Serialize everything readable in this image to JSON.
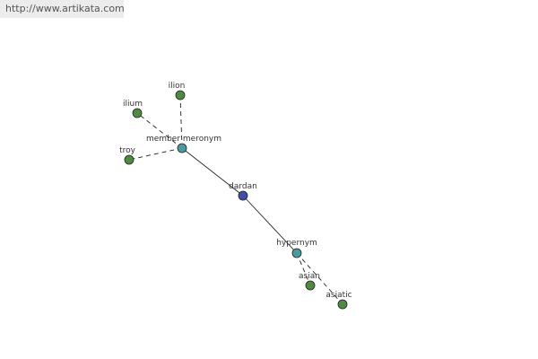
{
  "watermark": "http://www.artikata.com",
  "colors": {
    "leaf": "#4f8a43",
    "relation": "#4a9aa0",
    "root": "#3f4fa8",
    "stroke": "#222222",
    "edge": "#222222"
  },
  "graph": {
    "nodes": [
      {
        "id": "dardan",
        "label": "dardan",
        "kind": "root"
      },
      {
        "id": "member-meronym",
        "label": "member meronym",
        "kind": "relation"
      },
      {
        "id": "hypernym",
        "label": "hypernym",
        "kind": "relation"
      },
      {
        "id": "ilion",
        "label": "ilion",
        "kind": "leaf"
      },
      {
        "id": "ilium",
        "label": "ilium",
        "kind": "leaf"
      },
      {
        "id": "troy",
        "label": "troy",
        "kind": "leaf"
      },
      {
        "id": "asian",
        "label": "asian",
        "kind": "leaf"
      },
      {
        "id": "asiatic",
        "label": "asiatic",
        "kind": "leaf"
      }
    ],
    "edges": [
      {
        "from": "dardan",
        "to": "member-meronym",
        "style": "solid"
      },
      {
        "from": "dardan",
        "to": "hypernym",
        "style": "solid"
      },
      {
        "from": "member-meronym",
        "to": "ilion",
        "style": "dashed"
      },
      {
        "from": "member-meronym",
        "to": "ilium",
        "style": "dashed"
      },
      {
        "from": "member-meronym",
        "to": "troy",
        "style": "dashed"
      },
      {
        "from": "hypernym",
        "to": "asian",
        "style": "dashed"
      },
      {
        "from": "hypernym",
        "to": "asiatic",
        "style": "dashed"
      }
    ]
  }
}
